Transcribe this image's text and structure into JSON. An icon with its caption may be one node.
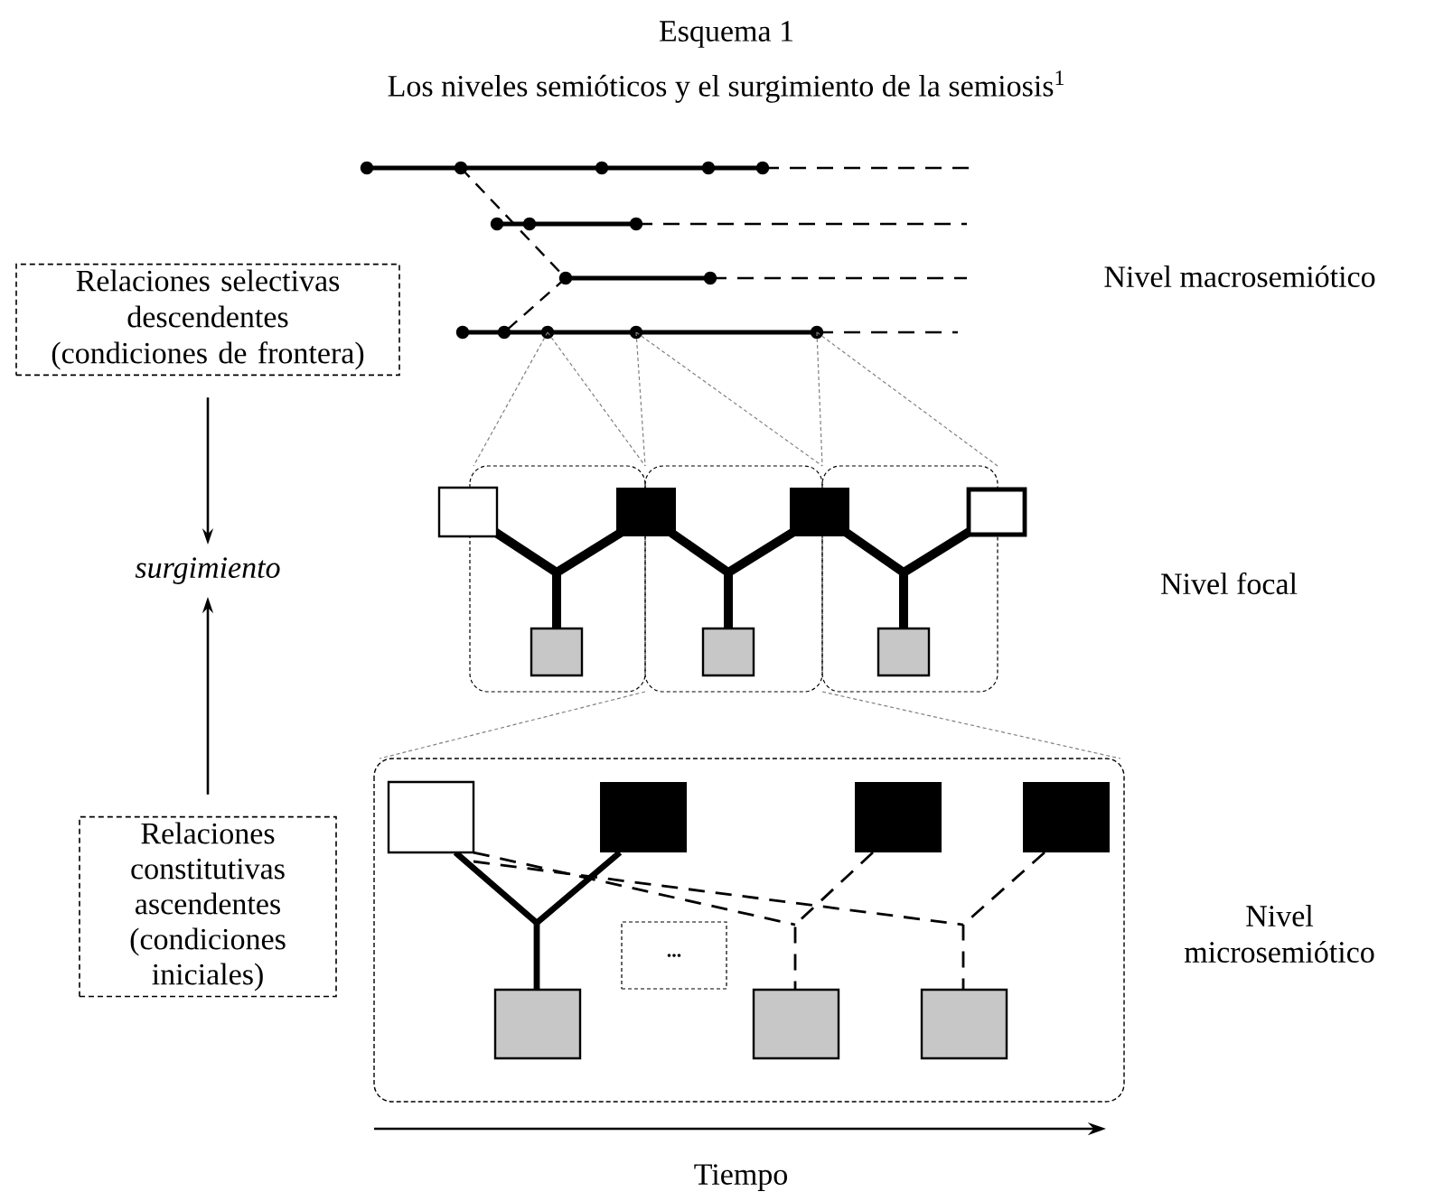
{
  "diagram": {
    "title": "Esquema 1",
    "caption": "Los niveles semióticos y el surgimiento de la semiosis$^{1}$",
    "nodes": [
      {
        "text": [
          "Relaciones selectivas descendentes (condiciones de frontera)"
        ]
      },
      {
        "text": [
          "surgimiento"
        ]
      },
      {
        "text": [
          "Relaciones constitutivas ascendentes (condiciones iniciales)"
        ]
      },
      {
        "text": [
          "..."
        ]
      }
    ],
    "edges": [
      {
        "from": 0,
        "to": 1,
        "arrow": "to"
      },
      {
        "from": 2,
        "to": 1,
        "arrow": "to"
      }
    ],
    "labels": [
      "Nivel macrosemiótico",
      "Nivel focal",
      "Nivel microsemiótico",
      "Tiempo"
    ]
  }
}
